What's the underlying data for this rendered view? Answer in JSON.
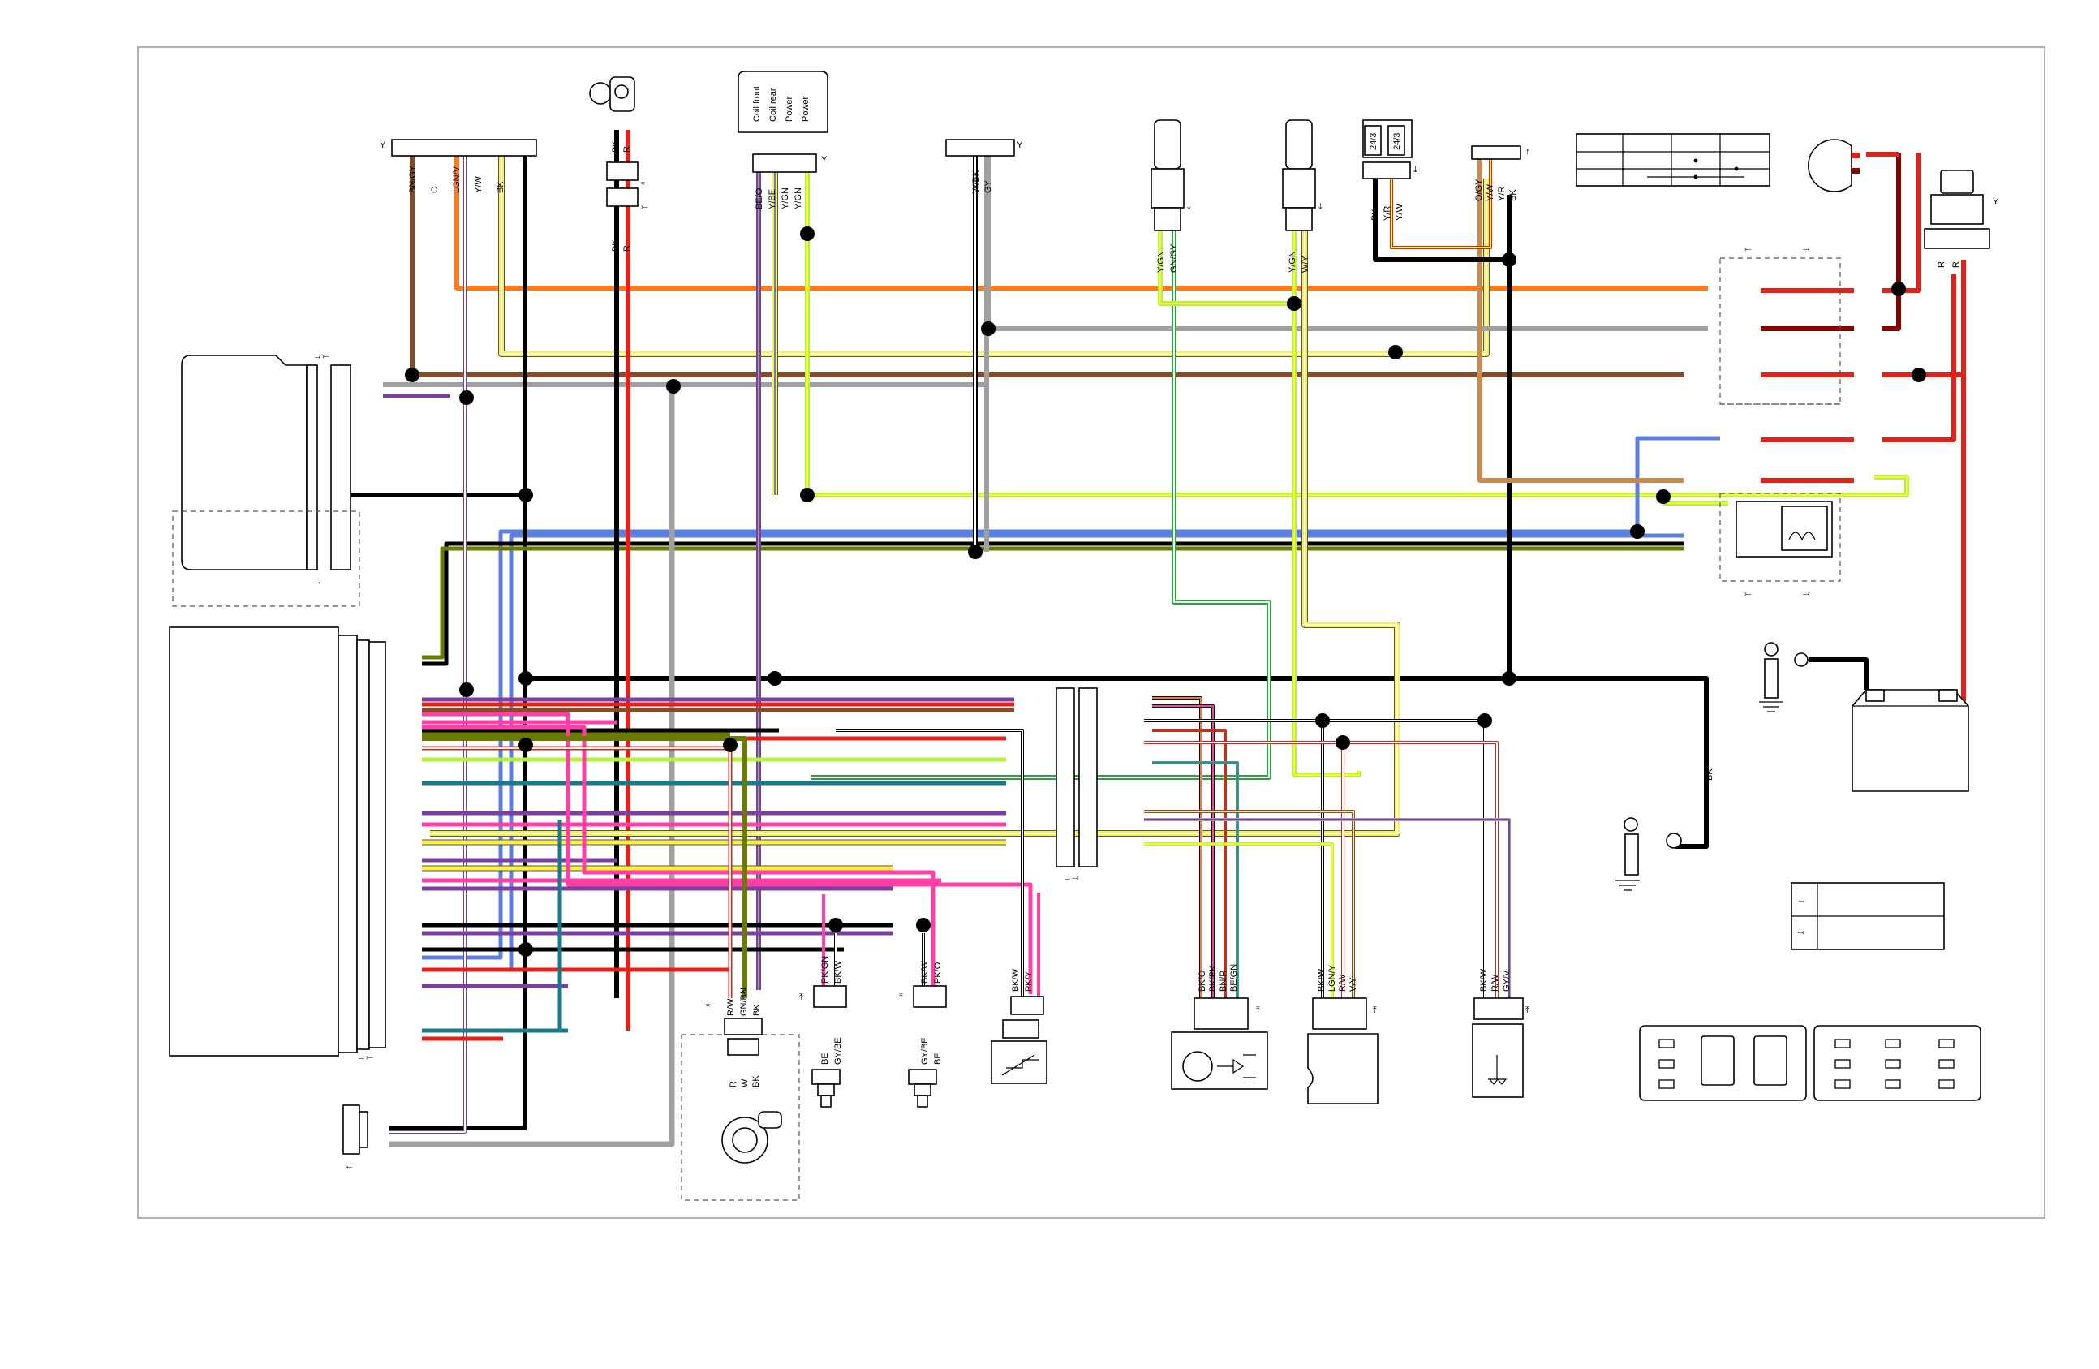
{
  "colors": {
    "BK": "#000000",
    "R": "#e32119",
    "O": "#ff7a1a",
    "Y": "#fff23c",
    "GN": "#2aa33a",
    "LGN": "#b5f23c",
    "GY": "#a0a0a0",
    "BN": "#8a4a25",
    "BE": "#5b7fe0",
    "V": "#7b3fa0",
    "PK": "#ff3fa8",
    "W": "#ffffff",
    "TEAL": "#1a7a8c",
    "OLIVE": "#6b7a00",
    "DRKRED": "#8b0000",
    "LTBN": "#c98a50"
  },
  "connector_labels": {
    "c1": [
      "BN/GY",
      "O",
      "LGN/V",
      "Y/W",
      "BK"
    ],
    "c2_top": [
      "BK",
      "R"
    ],
    "c2_bottom": [
      "BK",
      "R"
    ],
    "coil_box": [
      "Coil front",
      "Coil rear",
      "Power",
      "Power"
    ],
    "coil_wires": [
      "BE/O",
      "Y/BE",
      "Y/GN",
      "Y/GN"
    ],
    "c4": [
      "W/BK",
      "GY"
    ],
    "inj1": [
      "Y/GN",
      "GN/GY"
    ],
    "inj2": [
      "Y/GN",
      "W/Y"
    ],
    "relay": [
      "BK",
      "Y/R",
      "Y/W"
    ],
    "relay_labels": [
      "24/3",
      "24/3"
    ],
    "c7": [
      "O/GY",
      "Y/W",
      "Y/R",
      "BK"
    ],
    "bottom1": [
      "R/W",
      "GN/BN",
      "BK"
    ],
    "bottom1_lower": [
      "R",
      "W",
      "BK"
    ],
    "bottom2": [
      "PK/GN",
      "BK/W"
    ],
    "bottom2_lower": [
      "BE",
      "GY/BE"
    ],
    "bottom3": [
      "BK/W",
      "PK/O"
    ],
    "bottom3_lower": [
      "GY/BE",
      "BE"
    ],
    "bottom4": [
      "BK/W",
      "PK/Y"
    ],
    "bottom5": [
      "BK/O",
      "BK/PK",
      "BN/R",
      "BE/GN"
    ],
    "bottom6": [
      "BK/W",
      "LGN/Y",
      "R/W",
      "V/Y"
    ],
    "bottom7": [
      "BK/W",
      "R/W",
      "GY/V"
    ],
    "ground_wire": "BK",
    "fuse_r": [
      "R",
      "R"
    ],
    "y_mark": "Y",
    "arrow_mark": "↑"
  }
}
